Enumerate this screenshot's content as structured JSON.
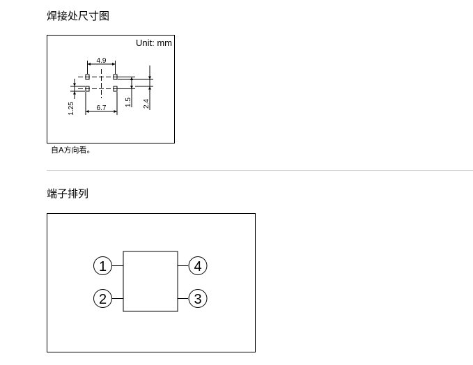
{
  "solder_section": {
    "title": "焊接处尺寸图",
    "unit_label": "Unit: mm",
    "caption": "自A方向看。",
    "dimensions": {
      "pad_pitch": "4.9",
      "outer_span": "6.7",
      "pad_width": "1.25",
      "row_pitch": "1.5",
      "total_height": "2.4"
    }
  },
  "terminal_section": {
    "title": "端子排列",
    "pins": [
      "1",
      "2",
      "3",
      "4"
    ]
  },
  "colors": {
    "line": "#000000",
    "divider": "#c8c8c8",
    "background": "#ffffff"
  }
}
